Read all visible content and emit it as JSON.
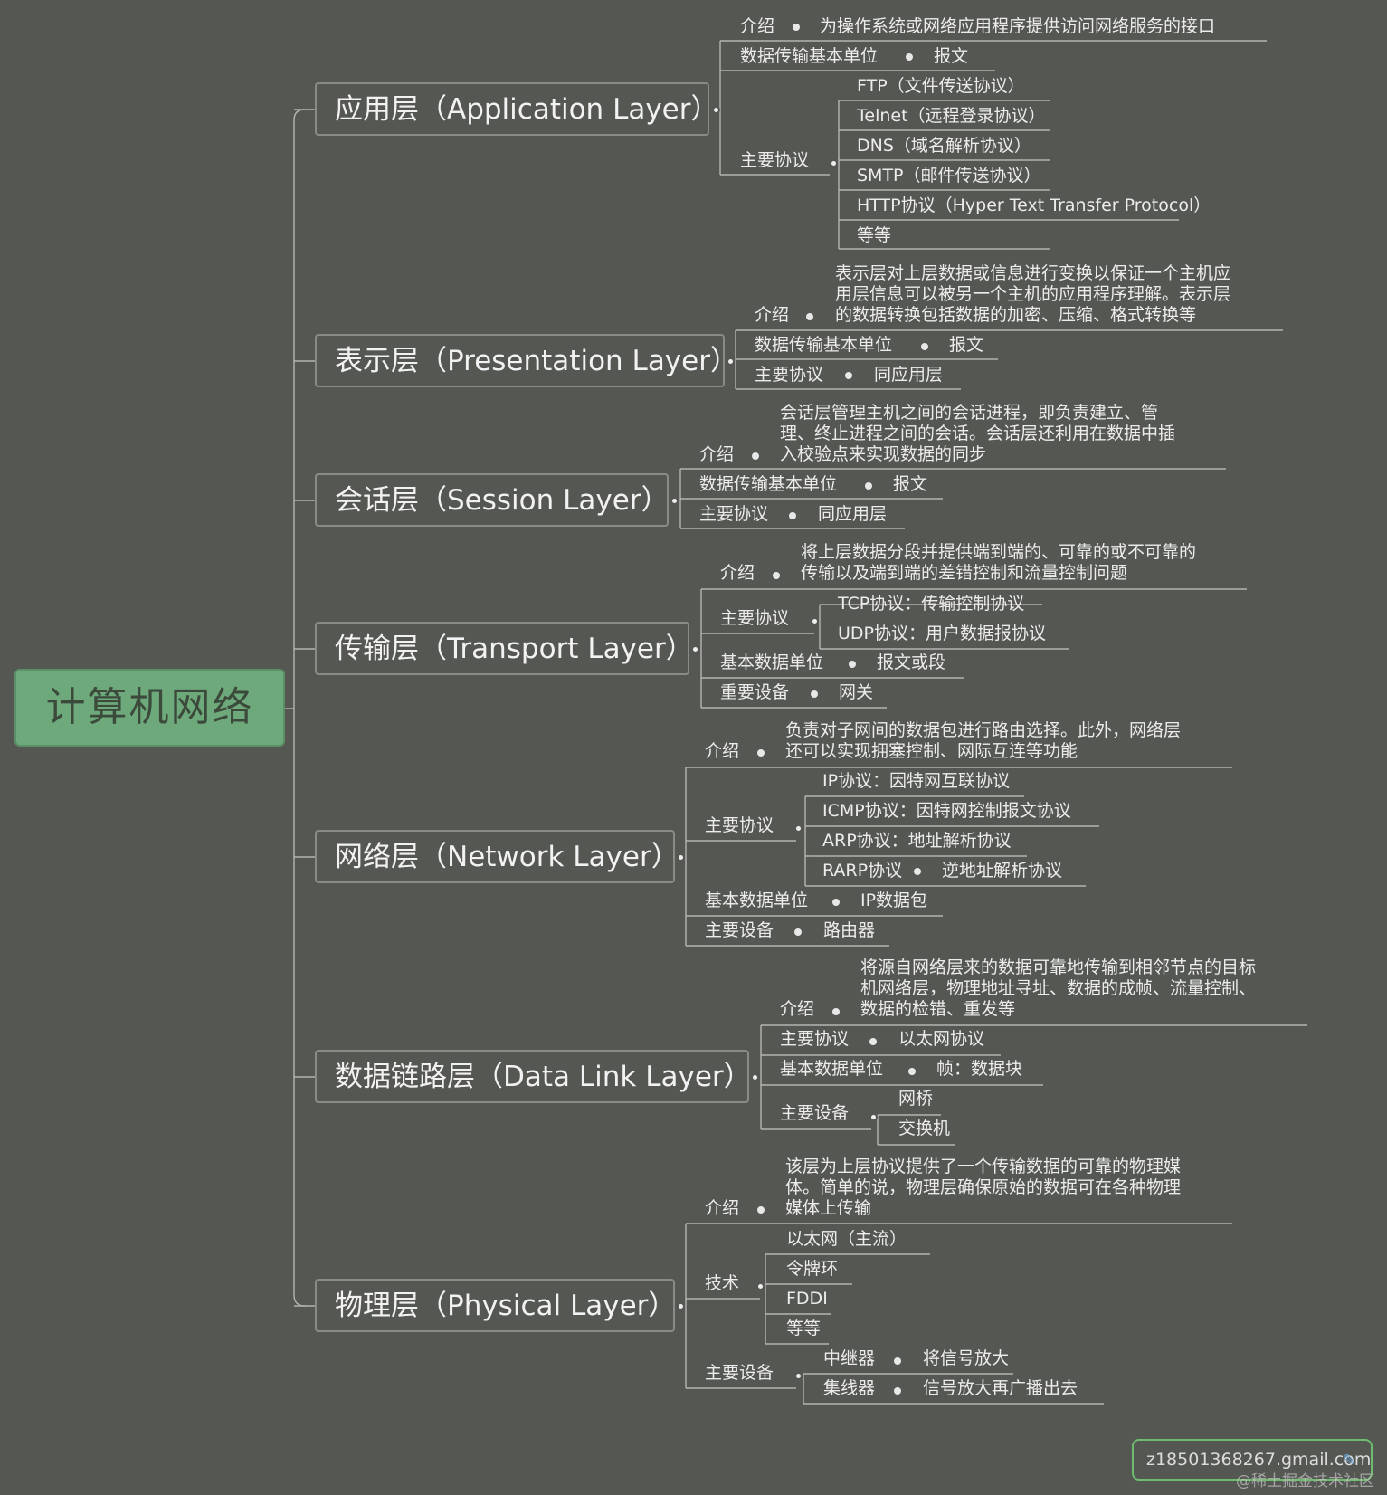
{
  "root": {
    "label": "计算机网络"
  },
  "layers": [
    {
      "label": "应用层（Application Layer）",
      "intro_label": "介绍",
      "intro_text": "为操作系统或网络应用程序提供访问网络服务的接口",
      "unit_label": "数据传输基本单位",
      "unit_value": "报文",
      "protocols_label": "主要协议",
      "protocols": [
        "FTP（文件传送协议）",
        "Telnet（远程登录协议）",
        "DNS（域名解析协议）",
        "SMTP（邮件传送协议）",
        "HTTP协议（Hyper Text Transfer Protocol）",
        "等等"
      ]
    },
    {
      "label": "表示层（Presentation Layer）",
      "intro_label": "介绍",
      "intro_text": "表示层对上层数据或信息进行变换以保证一个主机应\n用层信息可以被另一个主机的应用程序理解。表示层\n的数据转换包括数据的加密、压缩、格式转换等",
      "unit_label": "数据传输基本单位",
      "unit_value": "报文",
      "protocols_label": "主要协议",
      "protocols_value": "同应用层"
    },
    {
      "label": "会话层（Session Layer）",
      "intro_label": "介绍",
      "intro_text": "会话层管理主机之间的会话进程，即负责建立、管\n理、终止进程之间的会话。会话层还利用在数据中插\n入校验点来实现数据的同步",
      "unit_label": "数据传输基本单位",
      "unit_value": "报文",
      "protocols_label": "主要协议",
      "protocols_value": "同应用层"
    },
    {
      "label": "传输层（Transport Layer）",
      "intro_label": "介绍",
      "intro_text": "将上层数据分段并提供端到端的、可靠的或不可靠的\n传输以及端到端的差错控制和流量控制问题",
      "protocols_label": "主要协议",
      "protocols": [
        "TCP协议：传输控制协议",
        "UDP协议：用户数据报协议"
      ],
      "unit_label": "基本数据单位",
      "unit_value": "报文或段",
      "device_label": "重要设备",
      "device_value": "网关"
    },
    {
      "label": "网络层（Network Layer）",
      "intro_label": "介绍",
      "intro_text": "负责对子网间的数据包进行路由选择。此外，网络层\n还可以实现拥塞控制、网际互连等功能",
      "protocols_label": "主要协议",
      "protocols": [
        "IP协议：因特网互联协议",
        "ICMP协议：因特网控制报文协议",
        "ARP协议：地址解析协议",
        "RARP协议"
      ],
      "rarp_value": "逆地址解析协议",
      "unit_label": "基本数据单位",
      "unit_value": "IP数据包",
      "device_label": "主要设备",
      "device_value": "路由器"
    },
    {
      "label": "数据链路层（Data Link Layer）",
      "intro_label": "介绍",
      "intro_text": "将源自网络层来的数据可靠地传输到相邻节点的目标\n机网络层，物理地址寻址、数据的成帧、流量控制、\n数据的检错、重发等",
      "protocols_label": "主要协议",
      "protocols_value": "以太网协议",
      "unit_label": "基本数据单位",
      "unit_value": "帧：数据块",
      "device_label": "主要设备",
      "devices": [
        "网桥",
        "交换机"
      ]
    },
    {
      "label": "物理层（Physical Layer）",
      "intro_label": "介绍",
      "intro_text": "该层为上层协议提供了一个传输数据的可靠的物理媒\n体。简单的说，物理层确保原始的数据可在各种物理\n媒体上传输",
      "tech_label": "技术",
      "techs": [
        "以太网（主流）",
        "令牌环",
        "FDDI",
        "等等"
      ],
      "device_label": "主要设备",
      "devices": [
        {
          "name": "中继器",
          "desc": "将信号放大"
        },
        {
          "name": "集线器",
          "desc": "信号放大再广播出去"
        }
      ]
    }
  ],
  "watermark": {
    "email": "z18501368267.gmail.com",
    "community": "@稀土掘金技术社区"
  },
  "colors": {
    "background": "#555753",
    "root_fill": "#6ea97c",
    "line": "#b4b4b0",
    "text": "#ececec"
  }
}
